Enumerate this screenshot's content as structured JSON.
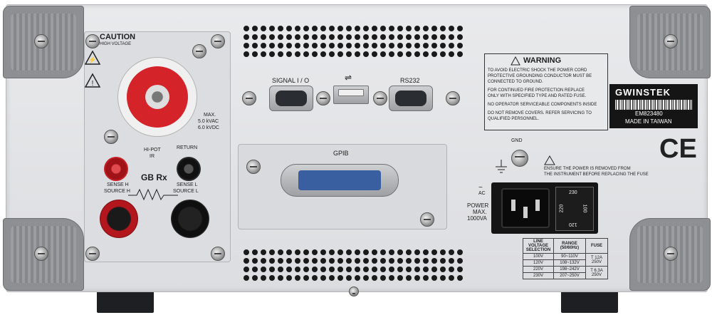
{
  "panel_labels": {
    "caution": "CAUTION",
    "high_voltage": "HIGH VOLTAGE",
    "max_line1": "MAX.",
    "max_line2": "5.0 kVAC",
    "max_line3": "6.0 kVDC",
    "hipot": "HI-POT",
    "ir": "IR",
    "return": "RETURN",
    "gb_rx": "GB Rx",
    "sense_h": "SENSE H",
    "source_h": "SOURCE H",
    "sense_l": "SENSE L",
    "source_l": "SOURCE L"
  },
  "ports": {
    "signal_io": "SIGNAL I / O",
    "usb_symbol": "⇌",
    "rs232": "RS232",
    "gpib": "GPIB",
    "gnd": "GND"
  },
  "warning": {
    "title": "WARNING",
    "line1": "TO AVOID ELECTRIC SHOCK THE POWER CORD",
    "line2": "PROTECTIVE GROUNDING CONDUCTOR MUST BE",
    "line3": "CONNECTED TO GROUND.",
    "line4": "FOR CONTINUED FIRE PROTECTION REPLACE",
    "line5": "ONLY WITH SPECIFIED TYPE AND RATED FUSE.",
    "line6": "NO OPERATOR SERVICEABLE COMPONENTS INSIDE",
    "line7": "DO NOT REMOVE COVERS. REFER SERVICING TO",
    "line8": "QUALIFIED PERSONNEL."
  },
  "brand": {
    "name": "GWINSTEK",
    "serial": "EM823480",
    "made_in": "MADE IN TAIWAN"
  },
  "ce_mark": "CE",
  "fuse_notice": {
    "line1": "ENSURE THE POWER IS REMOVED FROM",
    "line2": "THE INSTRUMENT BEFORE REPLACING THE FUSE"
  },
  "power": {
    "ac": "AC",
    "power": "POWER",
    "max": "MAX.",
    "rating": "1000VA",
    "selector": [
      "230",
      "100",
      "120",
      "220"
    ]
  },
  "voltage_table": {
    "headers": [
      "LINE VOLTAGE SELECTION",
      "RANGE (50/60Hz)",
      "FUSE"
    ],
    "rows": [
      [
        "100V",
        "90~110V",
        "T 12A 250V"
      ],
      [
        "120V",
        "108~132V",
        ""
      ],
      [
        "220V",
        "198~242V",
        "T 6.3A 250V"
      ],
      [
        "230V",
        "207~250V",
        ""
      ]
    ]
  },
  "colors": {
    "chassis": "#e3e4e7",
    "hv_red": "#d5232a",
    "binding_red": "#b3171d",
    "binding_black": "#1a1a1a",
    "label_black": "#151515"
  }
}
